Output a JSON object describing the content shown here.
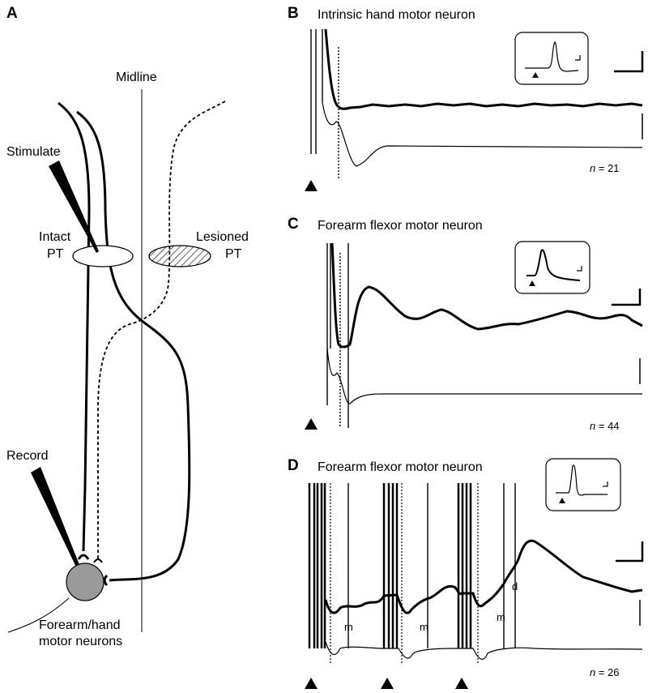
{
  "panelA": {
    "letter": "A",
    "midline": "Midline",
    "stimulate": "Stimulate",
    "intact_line1": "Intact",
    "intact_line2": "PT",
    "lesioned_line1": "Lesioned",
    "lesioned_line2": "PT",
    "record": "Record",
    "neurons_line1": "Forearm/hand",
    "neurons_line2": "motor neurons"
  },
  "panelB": {
    "letter": "B",
    "title": "Intrinsic hand motor neuron",
    "n_prefix": "n",
    "n_value": "= 21"
  },
  "panelC": {
    "letter": "C",
    "title": "Forearm flexor motor neuron",
    "n_prefix": "n",
    "n_value": "= 44"
  },
  "panelD": {
    "letter": "D",
    "title": "Forearm flexor motor neuron",
    "n_prefix": "n",
    "n_value": "= 26",
    "m_label": "m",
    "d_label": "d"
  },
  "colors": {
    "ink": "#000000",
    "neuron_fill": "#9a9a9a",
    "inset_border": "#000000"
  }
}
